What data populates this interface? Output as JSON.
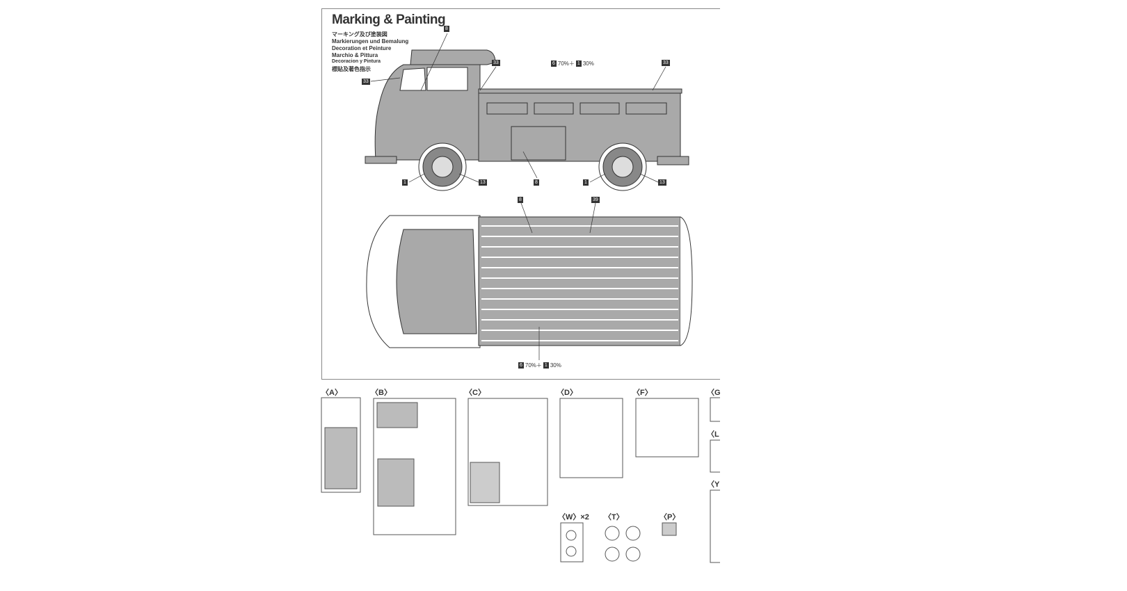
{
  "title": "Marking & Painting",
  "subtitles": [
    "マーキング及び塗装図",
    "Markierungen und Bemalung",
    "Decoration et Peinture",
    "Marchio & Pittura",
    "Decoracion y Pintura",
    "標貼及著色指示"
  ],
  "callouts": {
    "c8a": "8",
    "c33a": "33",
    "c33b": "33",
    "c33c": "33",
    "c1a": "1",
    "c13a": "13",
    "c8b": "8",
    "c1b": "1",
    "c13b": "13",
    "c8c": "8",
    "c39": "39"
  },
  "mix": {
    "a": "6",
    "a_pct": "70%＋",
    "b": "1",
    "b_pct": "30%"
  },
  "parts": [
    "〈A〉",
    "〈B〉",
    "〈C〉",
    "〈D〉",
    "〈F〉",
    "〈G",
    "〈L",
    "〈Y",
    "〈W〉×2",
    "〈T〉",
    "〈P〉"
  ],
  "colors": {
    "body": "#a9a9a9",
    "line": "#333333"
  }
}
